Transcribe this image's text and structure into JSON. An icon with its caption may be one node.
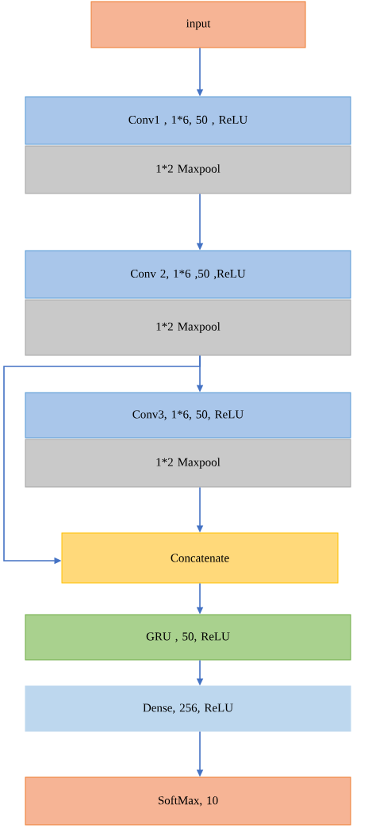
{
  "diagram": {
    "nodes": [
      {
        "text": [
          "input"
        ]
      },
      {
        "text": [
          "Conv1 , 1*6, 50 , ReLU"
        ]
      },
      {
        "text": [
          "1*2 Maxpool"
        ]
      },
      {
        "text": [
          "Conv 2, 1*6 ,50 ,ReLU"
        ]
      },
      {
        "text": [
          "1*2 Maxpool"
        ]
      },
      {
        "text": [
          "Conv3, 1*6, 50, ReLU"
        ]
      },
      {
        "text": [
          "1*2 Maxpool"
        ]
      },
      {
        "text": [
          "Concatenate"
        ]
      },
      {
        "text": [
          "GRU , 50, ReLU"
        ]
      },
      {
        "text": [
          "Dense, 256, ReLU"
        ]
      },
      {
        "text": [
          "SoftMax, 10"
        ]
      }
    ],
    "edges": [
      {
        "from": 0,
        "to": 1,
        "arrow": "to"
      },
      {
        "from": 2,
        "to": 3,
        "arrow": "to"
      },
      {
        "from": 4,
        "to": 5,
        "arrow": "to"
      },
      {
        "from": 4,
        "to": 7,
        "arrow": "to"
      },
      {
        "from": 6,
        "to": 7,
        "arrow": "to"
      },
      {
        "from": 7,
        "to": 8,
        "arrow": "to"
      },
      {
        "from": 8,
        "to": 9,
        "arrow": "to"
      },
      {
        "from": 9,
        "to": 10,
        "arrow": "to"
      }
    ]
  }
}
